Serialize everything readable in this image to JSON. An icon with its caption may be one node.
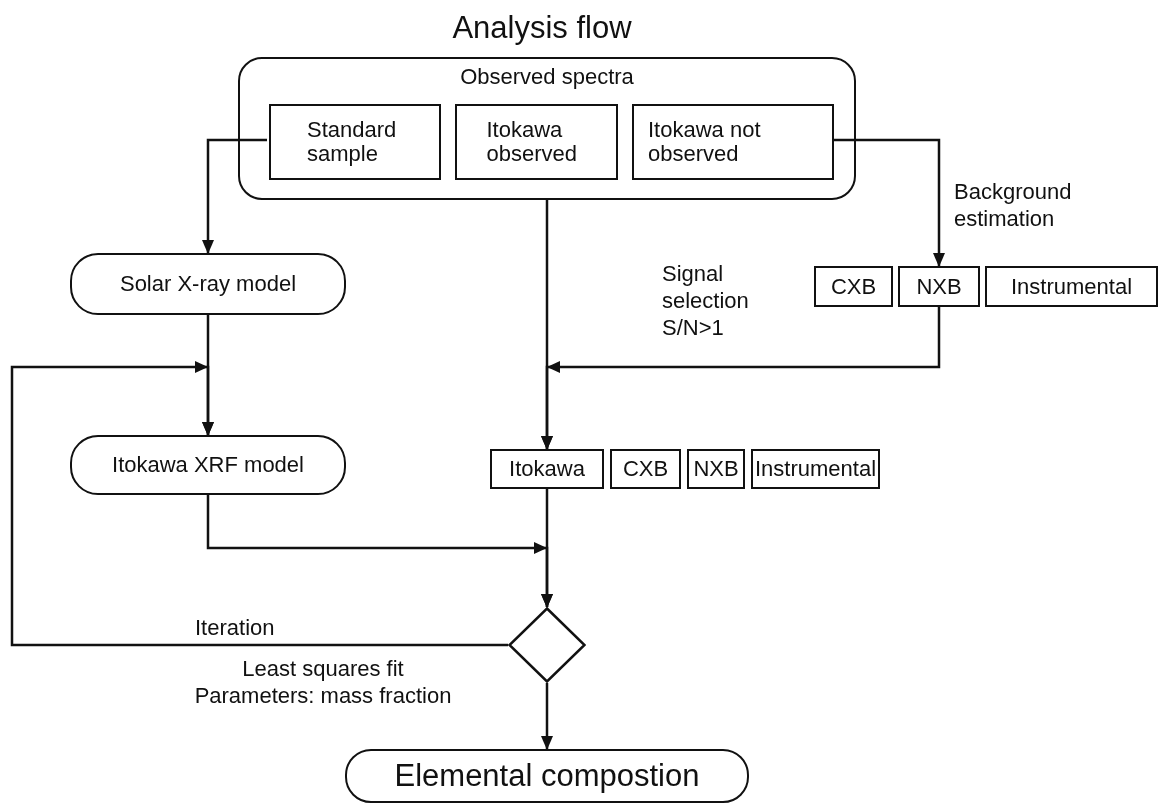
{
  "diagram": {
    "title": "Analysis flow",
    "nodes": [
      {
        "text": [
          "Observed spectra"
        ]
      },
      {
        "text": [
          "Standard sample"
        ],
        "in": 0
      },
      {
        "text": [
          "Itokawa observed"
        ],
        "in": 0
      },
      {
        "text": [
          "Itokawa not observed"
        ],
        "in": 0
      },
      {
        "text": [
          "Solar X-ray model"
        ]
      },
      {
        "text": [
          "CXB"
        ]
      },
      {
        "text": [
          "NXB"
        ]
      },
      {
        "text": [
          "Instrumental"
        ]
      },
      {
        "text": [
          "Itokawa XRF model"
        ]
      },
      {
        "text": [
          "Itokawa"
        ]
      },
      {
        "text": [
          "CXB"
        ]
      },
      {
        "text": [
          "NXB"
        ]
      },
      {
        "text": [
          "Instrumental"
        ]
      },
      {
        "text": [],
        "shape": "diamond",
        "beside": [
          "Least squares fit",
          "Parameters: mass fraction"
        ]
      },
      {
        "text": [
          "Elemental compostion"
        ]
      }
    ],
    "edges": [
      {
        "from": 1,
        "to": 4,
        "arrow": "to"
      },
      {
        "from": 3,
        "to": 6,
        "arrow": "to",
        "label": "Background estimation"
      },
      {
        "from": 0,
        "to": 9,
        "arrow": "to"
      },
      {
        "from": 6,
        "to": 9,
        "arrow": "to",
        "label": "Signal selection S/N>1"
      },
      {
        "from": 4,
        "to": 8,
        "arrow": "to"
      },
      {
        "from": 13,
        "to": 8,
        "arrow": "to",
        "label": "Iteration"
      },
      {
        "from": 8,
        "to": 13,
        "arrow": "to"
      },
      {
        "from": 9,
        "to": 13,
        "arrow": "to"
      },
      {
        "from": 13,
        "to": 14,
        "arrow": "to"
      }
    ]
  }
}
